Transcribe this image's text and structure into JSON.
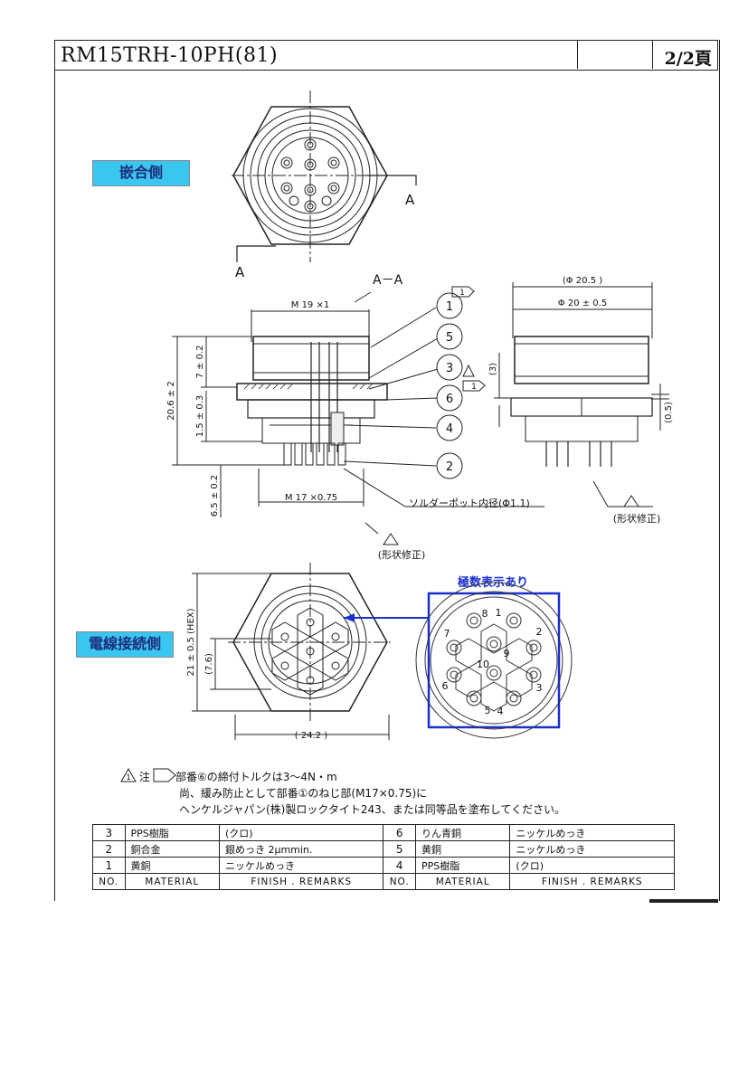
{
  "header": {
    "title": "RM15TRH-10PH(81)",
    "page": "2/2頁"
  },
  "tags": {
    "mating_side": "嵌合側",
    "wire_side": "電線接続側",
    "pin_display": "極数表示あり"
  },
  "section": {
    "label_a": "A",
    "label_aa": "A－A"
  },
  "dimensions": {
    "m19": "M 19 ×1",
    "m17": "M 17 ×0.75",
    "d20_6": "20.6 ± 2",
    "d7": "7 ± 0.2",
    "d1_5": "1.5 ± 0.3",
    "d6_5": "6.5 ± 0.2",
    "phi20_5": "(Φ 20.5 )",
    "phi20": "Φ 20 ± 0.5",
    "d3": "(3)",
    "d0_5": "(0.5)",
    "hex21": "21 ± 0.5 (HEX)",
    "d7_6": "(7.6)",
    "d24_2": "( 24.2 )"
  },
  "callouts": {
    "solder": "ソルダーポット内径(Φ1.1)",
    "revision": "(形状修正)",
    "rev_mark": "1",
    "parts": [
      "1",
      "5",
      "3",
      "6",
      "4",
      "2"
    ]
  },
  "pins": [
    "1",
    "2",
    "3",
    "4",
    "5",
    "6",
    "7",
    "8",
    "9",
    "10"
  ],
  "notes": {
    "mark": "注",
    "box": "1",
    "line1": "部番⑥の締付トルクは3～4N・m",
    "line2": "尚、緩み防止として部番①のねじ部(M17×0.75)に",
    "line3": "ヘンケルジャパン(株)製ロックタイト243、または同等品を塗布してください。"
  },
  "material_table": {
    "rows": [
      {
        "no": "3",
        "material": "PPS樹脂",
        "finish": "(クロ)",
        "no2": "6",
        "material2": "りん青銅",
        "finish2": "ニッケルめっき"
      },
      {
        "no": "2",
        "material": "銅合金",
        "finish": "銀めっき 2μmmin.",
        "no2": "5",
        "material2": "黄銅",
        "finish2": "ニッケルめっき"
      },
      {
        "no": "1",
        "material": "黄銅",
        "finish": "ニッケルめっき",
        "no2": "4",
        "material2": "PPS樹脂",
        "finish2": "(クロ)"
      }
    ],
    "header": {
      "no": "NO.",
      "material": "MATERIAL",
      "finish": "FINISH . REMARKS"
    }
  },
  "colors": {
    "tag_bg": "#39c6ef",
    "tag_text": "#1d2d7a",
    "callout_blue": "#1a2fd0"
  }
}
